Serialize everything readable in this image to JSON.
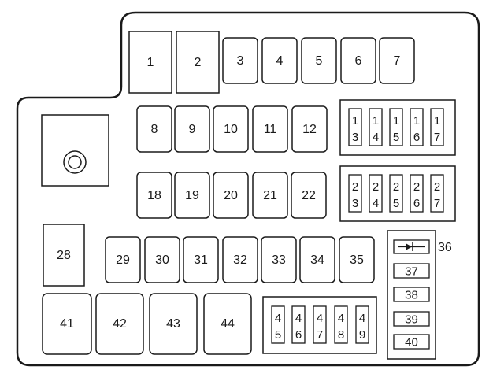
{
  "fuse_panel": {
    "large_top": [
      "1",
      "2"
    ],
    "row_top": [
      "3",
      "4",
      "5",
      "6",
      "7"
    ],
    "row_a": [
      "8",
      "9",
      "10",
      "11",
      "12"
    ],
    "row_b": [
      "18",
      "19",
      "20",
      "21",
      "22"
    ],
    "relay_left": "28",
    "row_c": [
      "29",
      "30",
      "31",
      "32",
      "33",
      "34",
      "35"
    ],
    "row_bottom": [
      "41",
      "42",
      "43",
      "44"
    ],
    "mini_group_1": [
      [
        "1",
        "3"
      ],
      [
        "1",
        "4"
      ],
      [
        "1",
        "5"
      ],
      [
        "1",
        "6"
      ],
      [
        "1",
        "7"
      ]
    ],
    "mini_group_2": [
      [
        "2",
        "3"
      ],
      [
        "2",
        "4"
      ],
      [
        "2",
        "5"
      ],
      [
        "2",
        "6"
      ],
      [
        "2",
        "7"
      ]
    ],
    "mini_group_3": [
      [
        "4",
        "5"
      ],
      [
        "4",
        "6"
      ],
      [
        "4",
        "7"
      ],
      [
        "4",
        "8"
      ],
      [
        "4",
        "9"
      ]
    ],
    "diode_label": "36",
    "small_fuses": [
      "37",
      "38",
      "39",
      "40"
    ]
  }
}
